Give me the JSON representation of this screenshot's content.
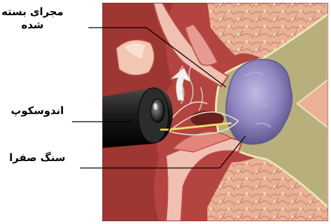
{
  "labels": {
    "blocked_duct": "مجرای بسته شده",
    "endoscope": "اندوسکوپ",
    "gallstone": "سنگ صفرا"
  },
  "colors": {
    "background_tissue": "#b3443f",
    "pancreas_tissue": "#e9b196",
    "duct_wall": "#f0c0b2",
    "bile_duct_fluid": "#b7b07d",
    "gallstone": "#8f86bf",
    "endoscope_body": "#1b1b1b",
    "guide_wire": "#e6c24a",
    "leader_line": "#000000"
  }
}
